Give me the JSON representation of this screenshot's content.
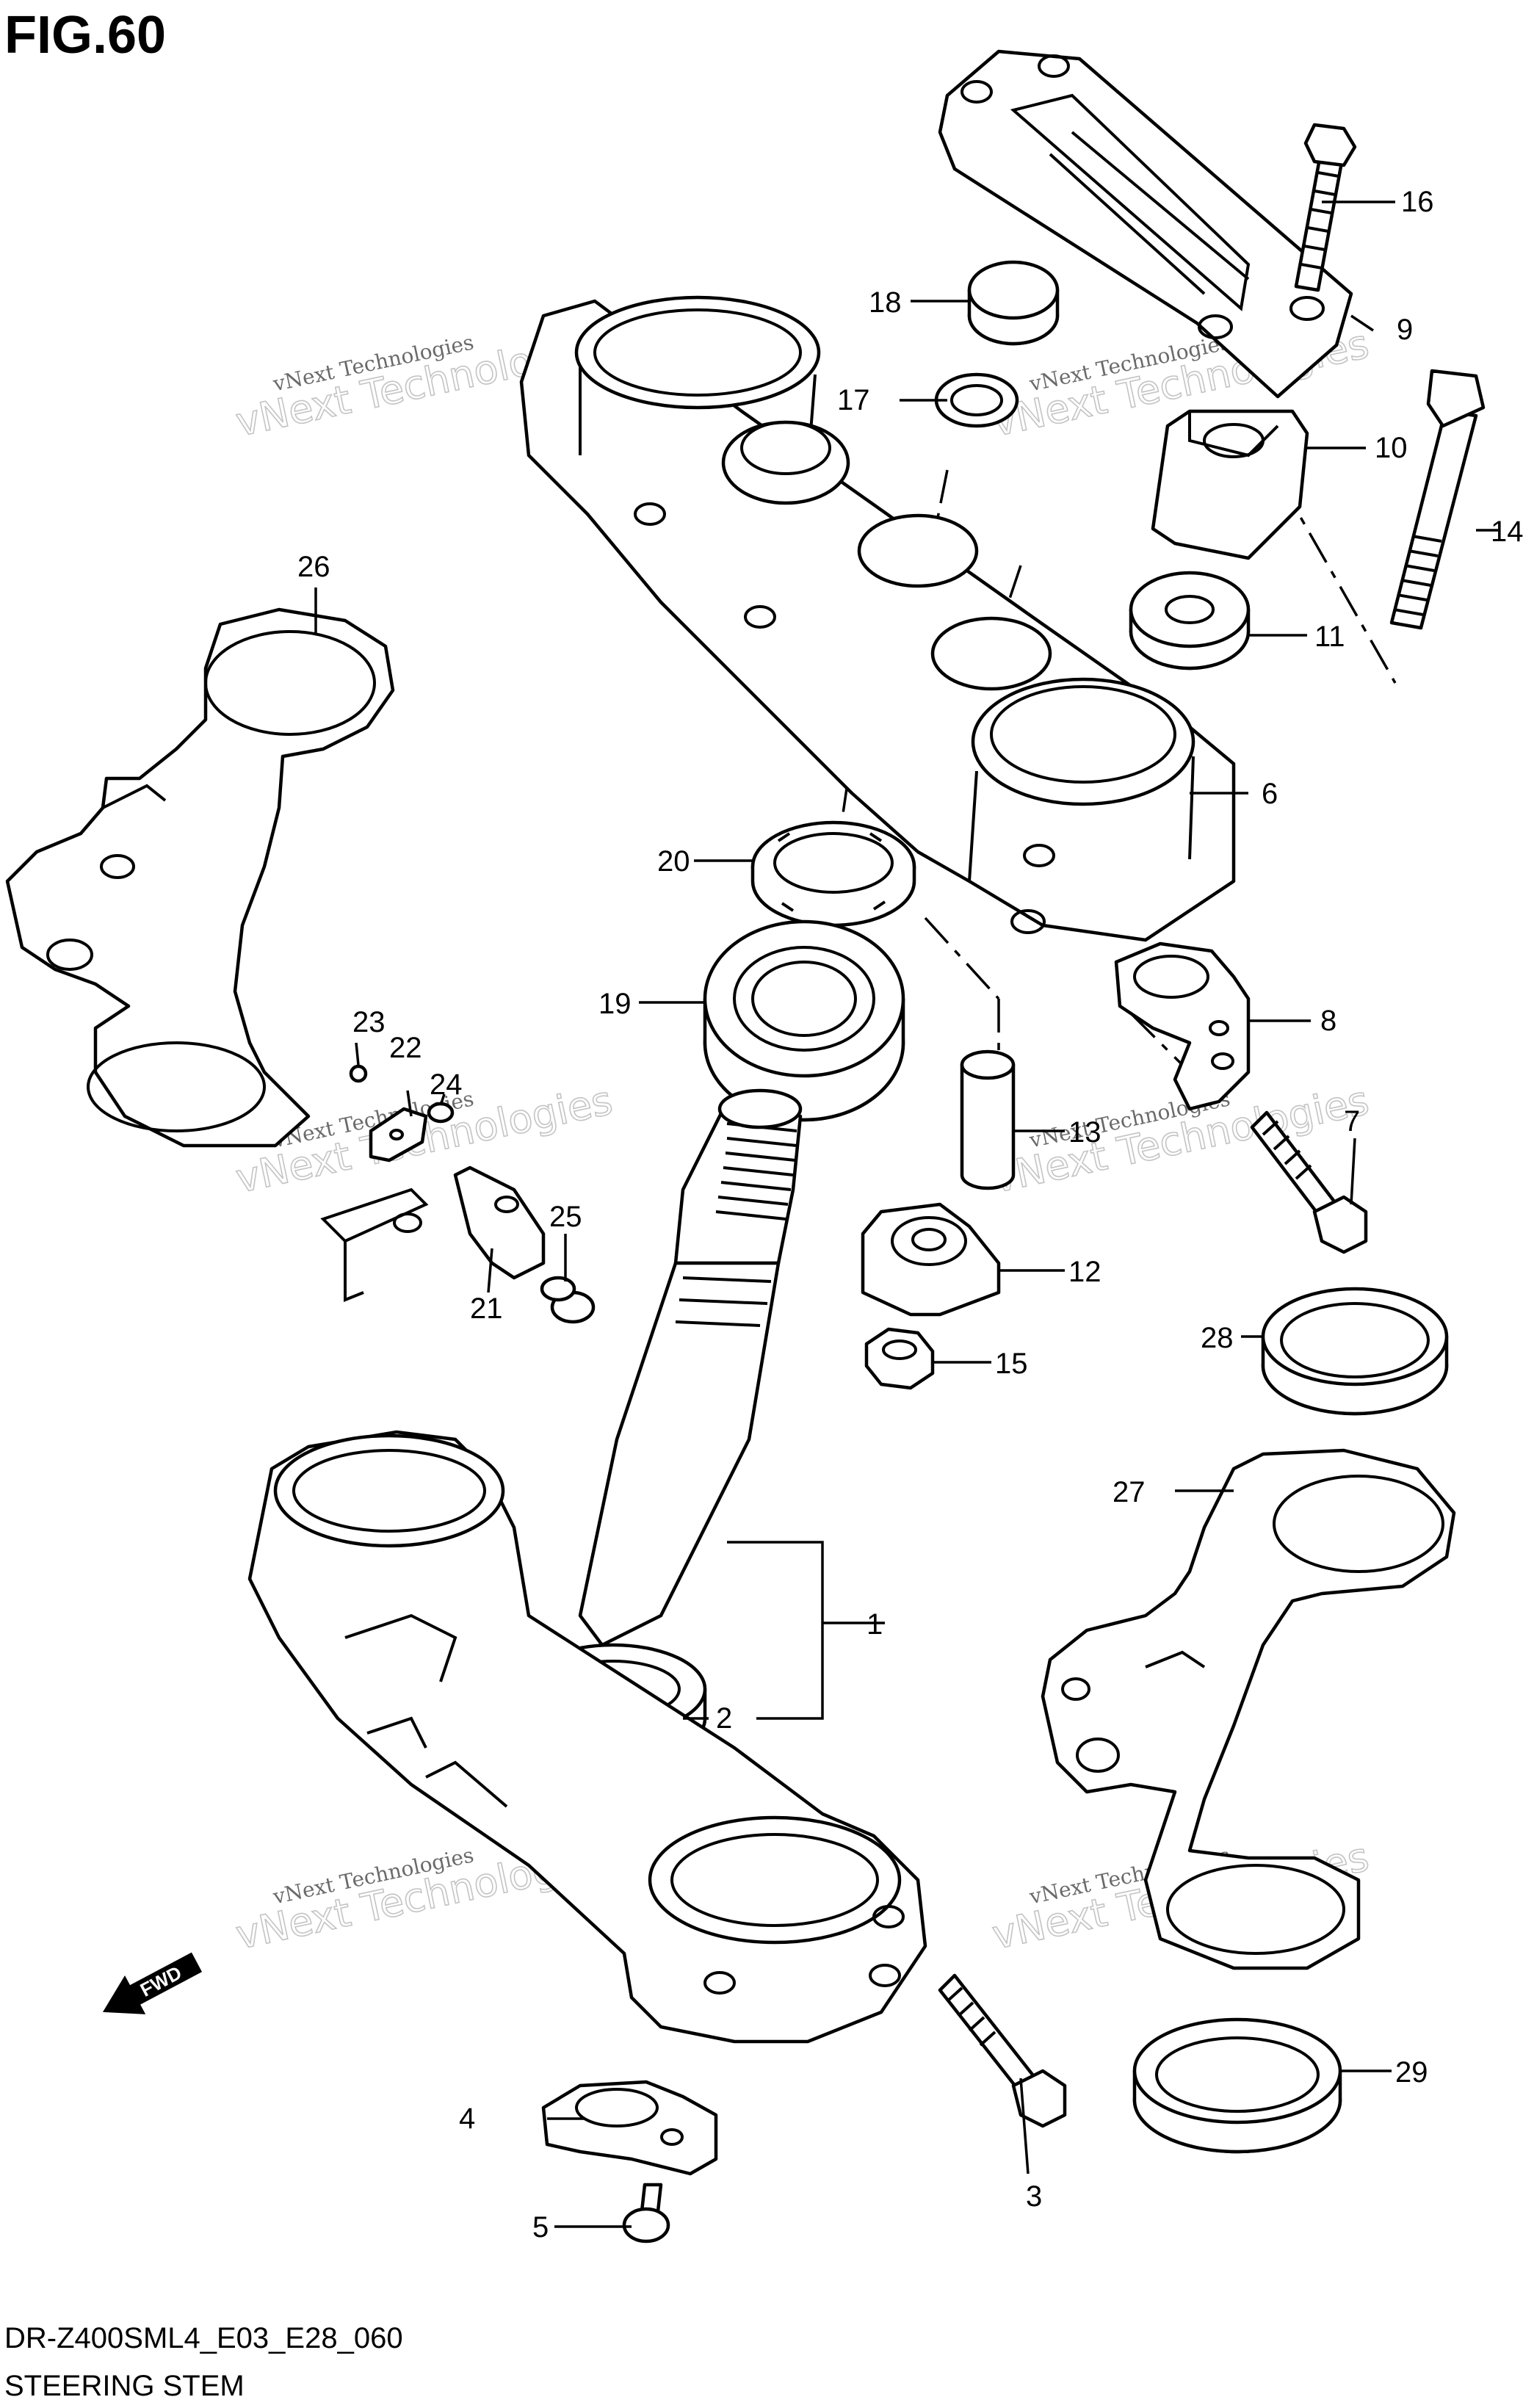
{
  "figure": {
    "title": "FIG.60",
    "code": "DR-Z400SML4_E03_E28_060",
    "caption": "STEERING STEM"
  },
  "fwd_label": "FWD",
  "watermark": {
    "line1": "vNext Technologies",
    "line2": "vNext Technologies"
  },
  "callouts": [
    "1",
    "2",
    "3",
    "4",
    "5",
    "6",
    "7",
    "8",
    "9",
    "10",
    "11",
    "12",
    "13",
    "14",
    "15",
    "16",
    "17",
    "18",
    "19",
    "20",
    "21",
    "22",
    "23",
    "24",
    "25",
    "26",
    "27",
    "28",
    "29"
  ]
}
